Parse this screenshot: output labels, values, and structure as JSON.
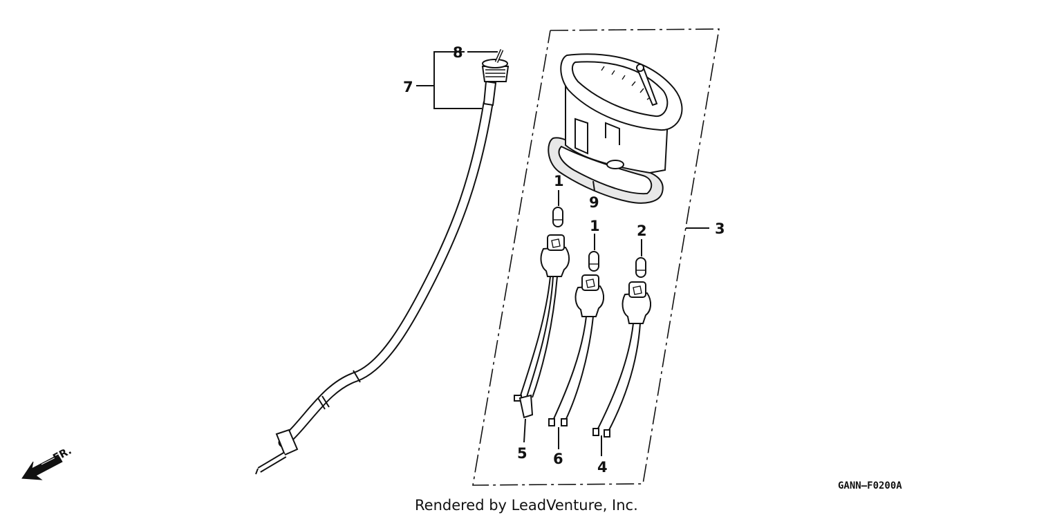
{
  "callouts": {
    "c1a": "1",
    "c1b": "1",
    "c2": "2",
    "c3": "3",
    "c4": "4",
    "c5": "5",
    "c6": "6",
    "c7": "7",
    "c8": "8",
    "c9": "9"
  },
  "diagram_code": "GANN–F0200A",
  "front_marker": "FR.",
  "credit": "Rendered by LeadVenture, Inc."
}
